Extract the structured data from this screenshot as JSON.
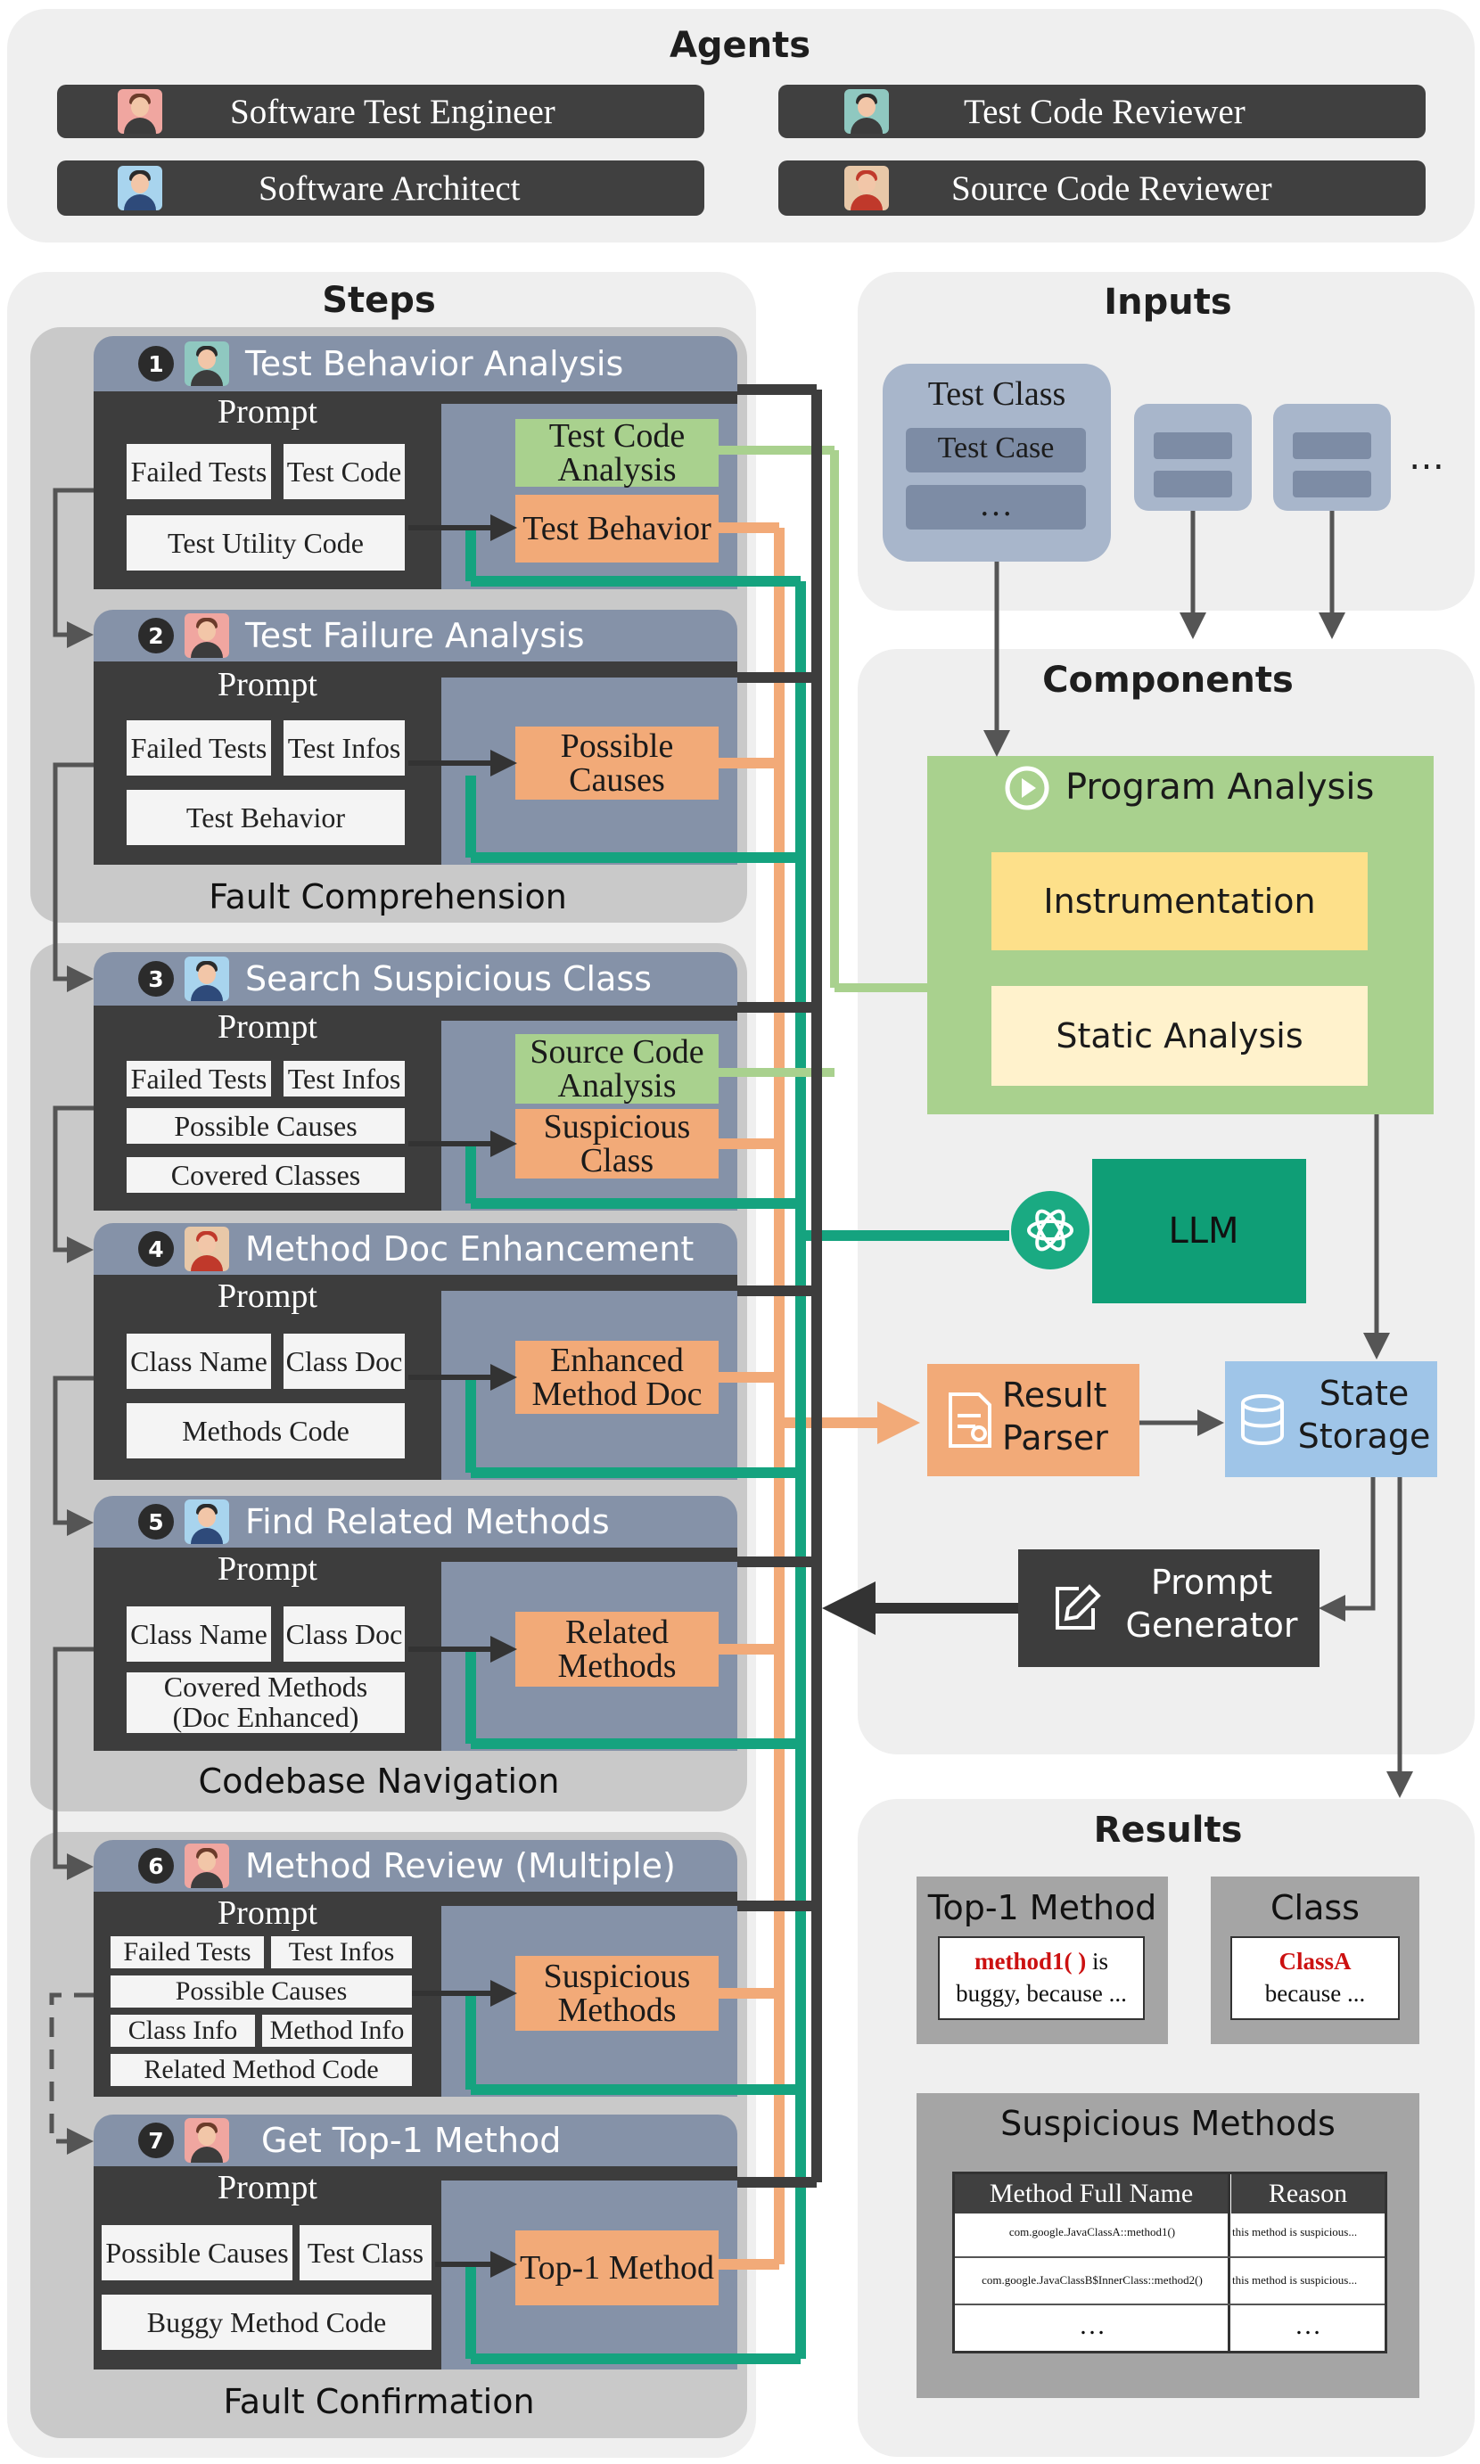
{
  "agents": {
    "title": "Agents",
    "items": [
      "Software Test Engineer",
      "Test Code Reviewer",
      "Software Architect",
      "Source Code Reviewer"
    ]
  },
  "steps": {
    "title": "Steps",
    "prompt_label": "Prompt",
    "groups": [
      "Fault Comprehension",
      "Codebase Navigation",
      "Fault Confirmation"
    ],
    "items": [
      {
        "num": "1",
        "title": "Test Behavior Analysis",
        "inputs": [
          "Failed Tests",
          "Test Code",
          "Test Utility Code"
        ],
        "outputs": [
          "Test Code Analysis",
          "Test Behavior"
        ]
      },
      {
        "num": "2",
        "title": "Test Failure Analysis",
        "inputs": [
          "Failed Tests",
          "Test Infos",
          "Test Behavior"
        ],
        "outputs": [
          "Possible Causes"
        ]
      },
      {
        "num": "3",
        "title": "Search Suspicious Class",
        "inputs": [
          "Failed Tests",
          "Test Infos",
          "Possible Causes",
          "Covered Classes"
        ],
        "outputs": [
          "Source Code Analysis",
          "Suspicious Class"
        ]
      },
      {
        "num": "4",
        "title": "Method Doc Enhancement",
        "inputs": [
          "Class Name",
          "Class Doc",
          "Methods Code"
        ],
        "outputs": [
          "Enhanced Method Doc"
        ]
      },
      {
        "num": "5",
        "title": "Find Related Methods",
        "inputs": [
          "Class Name",
          "Class Doc",
          "Covered Methods (Doc Enhanced)"
        ],
        "outputs": [
          "Related Methods"
        ]
      },
      {
        "num": "6",
        "title": "Method Review (Multiple)",
        "inputs": [
          "Failed Tests",
          "Test Infos",
          "Possible Causes",
          "Class Info",
          "Method Info",
          "Related Method Code"
        ],
        "outputs": [
          "Suspicious Methods"
        ]
      },
      {
        "num": "7",
        "title": "Get Top-1 Method",
        "inputs": [
          "Possible Causes",
          "Test Class",
          "Buggy Method Code"
        ],
        "outputs": [
          "Top-1 Method"
        ]
      }
    ]
  },
  "inputs": {
    "title": "Inputs",
    "test_class": "Test Class",
    "test_case": "Test Case",
    "more_dots": "…",
    "ellipsis": "…"
  },
  "components": {
    "title": "Components",
    "program_analysis": "Program Analysis",
    "instrumentation": "Instrumentation",
    "static_analysis": "Static Analysis",
    "llm": "LLM",
    "result_parser": "Result Parser",
    "state_storage": "State Storage",
    "prompt_generator": "Prompt Generator"
  },
  "results": {
    "title": "Results",
    "top1_label": "Top-1 Method",
    "top1_method": "method1( )",
    "top1_text_a": " is",
    "top1_text_b": "buggy, because ...",
    "class_label": "Class",
    "class_name": "ClassA",
    "class_text": "because ...",
    "suspicious_title": "Suspicious Methods",
    "table": {
      "headers": [
        "Method Full Name",
        "Reason"
      ],
      "rows": [
        [
          "com.google.JavaClassA::method1()",
          "this method is suspicious..."
        ],
        [
          "com.google.JavaClassB$InnerClass::method2()",
          "this method is suspicious..."
        ],
        [
          "…",
          "…"
        ]
      ]
    }
  },
  "colors": {
    "panel": "#efefef",
    "dark": "#3d3d3d",
    "step_blue": "#8592a8",
    "orange": "#f2aa78",
    "green": "#a9d18e",
    "teal": "#15a37f",
    "llm_green": "#0f9e76",
    "yellow": "#fde08a",
    "light_yellow": "#fff2cc",
    "storage_blue": "#9fc5e8",
    "red_text": "#cc1111"
  }
}
